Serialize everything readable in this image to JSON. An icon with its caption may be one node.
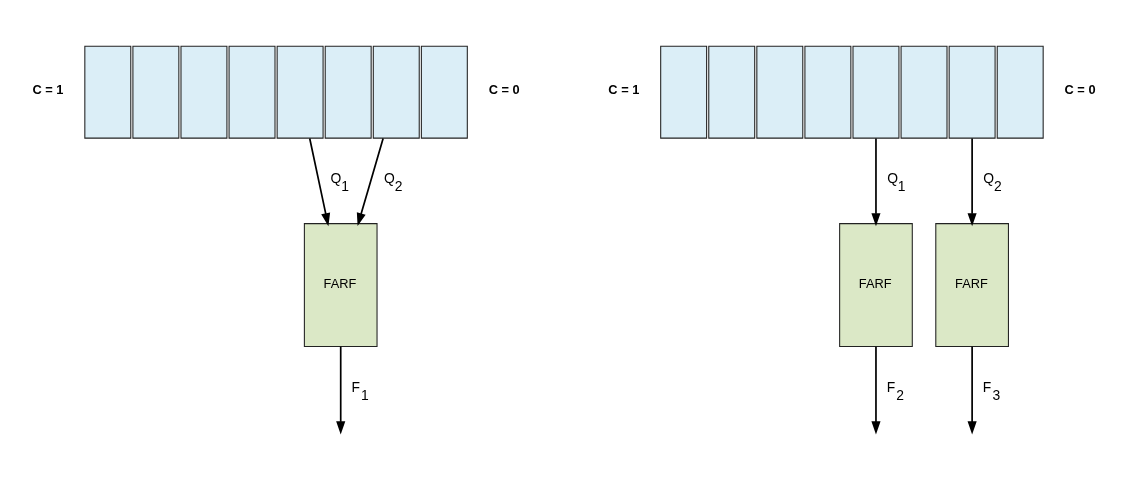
{
  "diagram": {
    "nodes": [
      {
        "text": [],
        "shape": "box"
      },
      {
        "text": [],
        "shape": "box"
      },
      {
        "text": [],
        "shape": "box"
      },
      {
        "text": [],
        "shape": "box"
      },
      {
        "text": [],
        "shape": "box"
      },
      {
        "text": [],
        "shape": "box"
      },
      {
        "text": [],
        "shape": "box"
      },
      {
        "text": [],
        "shape": "box"
      },
      {
        "text": [
          "FARF"
        ]
      },
      {
        "text": [],
        "shape": "box"
      },
      {
        "text": [],
        "shape": "box"
      },
      {
        "text": [],
        "shape": "box"
      },
      {
        "text": [],
        "shape": "box"
      },
      {
        "text": [],
        "shape": "box"
      },
      {
        "text": [],
        "shape": "box"
      },
      {
        "text": [],
        "shape": "box"
      },
      {
        "text": [],
        "shape": "box"
      },
      {
        "text": [
          "FARF"
        ]
      },
      {
        "text": [
          "FARF"
        ]
      }
    ],
    "edges": [
      {
        "from": 4,
        "to": 8,
        "arrow": "to",
        "label": "Q$_{1}$"
      },
      {
        "from": 6,
        "to": 8,
        "arrow": "to",
        "label": "Q$_{2}$"
      },
      {
        "from": 8,
        "to": null,
        "arrow": "to",
        "label": "F$_{1}$"
      },
      {
        "from": 13,
        "to": 17,
        "arrow": "to",
        "label": "Q$_{1}$"
      },
      {
        "from": 15,
        "to": 18,
        "arrow": "to",
        "label": "Q$_{2}$"
      },
      {
        "from": 17,
        "to": null,
        "arrow": "to",
        "label": "F$_{2}$"
      },
      {
        "from": 18,
        "to": null,
        "arrow": "to",
        "label": "F$_{3}$"
      }
    ],
    "labels": [
      "C = 1",
      "C = 0",
      "C = 1",
      "C = 0"
    ]
  }
}
